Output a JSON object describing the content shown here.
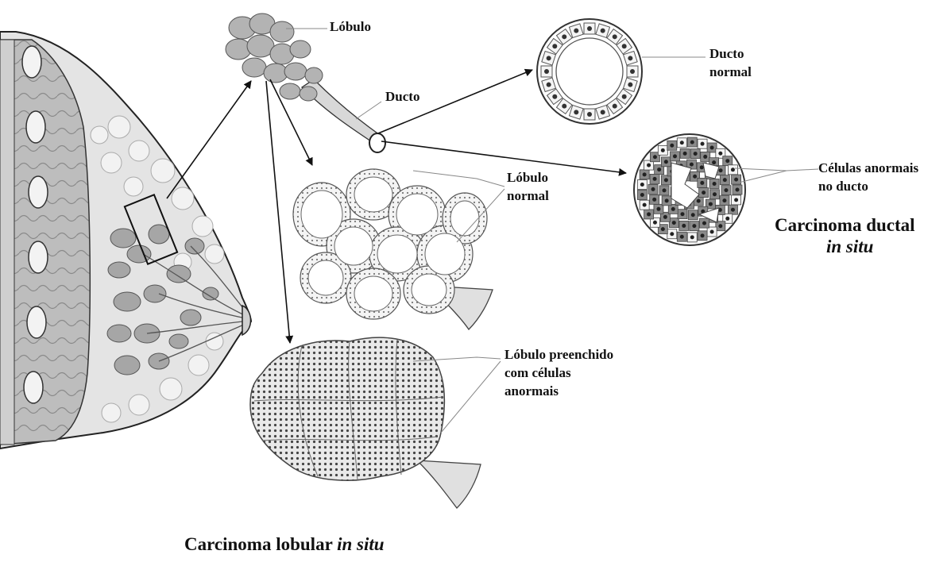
{
  "labels": {
    "lobulo": "Lóbulo",
    "ducto": "Ducto",
    "ducto_normal_1": "Ducto",
    "ducto_normal_2": "normal",
    "lobulo_normal_1": "Lóbulo",
    "lobulo_normal_2": "normal",
    "celulas_anormais_1": "Células anormais",
    "celulas_anormais_2": "no ducto",
    "lobulo_preenchido_1": "Lóbulo preenchido",
    "lobulo_preenchido_2": "com células",
    "lobulo_preenchido_3": "anormais"
  },
  "captions": {
    "ductal_1": "Carcinoma ductal",
    "ductal_2": "in situ",
    "lobular_main": "Carcinoma lobular ",
    "lobular_italic": "in situ"
  },
  "colors": {
    "line": "#1a1a1a",
    "tissue": "#d9d9d9",
    "muscle": "#9a9a9a",
    "lobule": "#a8a8a8",
    "abnormal_cell": "#6e6e6e"
  }
}
